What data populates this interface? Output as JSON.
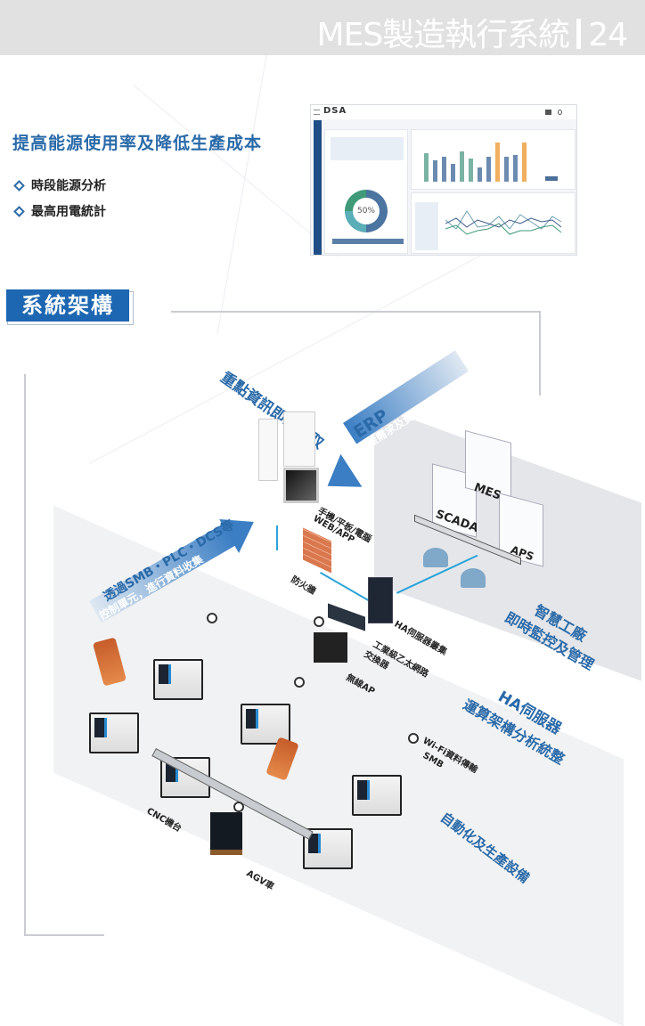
{
  "header": {
    "title": "MES製造執行系統",
    "page_number": "24"
  },
  "feature": {
    "headline": "提高能源使用率及降低生產成本",
    "bullets": [
      "時段能源分析",
      "最高用電統計"
    ]
  },
  "dashboard_screenshot": {
    "logo": "DSA",
    "donut_value": "50%"
  },
  "section": {
    "title": "系統架構"
  },
  "diagram": {
    "capture_label": "重點資訊即時擷取",
    "erp_title": "ERP",
    "erp_sub": "生產需求及資料資訊",
    "collect_line1": "透過SMB・PLC・DCS等",
    "collect_line2": "控制單元，進行資料收集",
    "devices_label": "手機/平板/電腦",
    "web_app_label": "WEB/APP",
    "firewall_label": "防火牆",
    "ha_cluster_label": "HA伺服器叢集",
    "switch_label_1": "工業級乙太網路",
    "switch_label_2": "交換器",
    "wireless_ap_label": "無線AP",
    "mes_label": "MES",
    "scada_label": "SCADA",
    "aps_label": "APS",
    "smart_factory_1": "智慧工廠",
    "smart_factory_2": "即時監控及管理",
    "ha_server_1": "HA伺服器",
    "ha_server_2": "運算架構分析統整",
    "wifi_label": "Wi-Fi資料傳輸",
    "smb_label": "SMB",
    "cnc_label": "CNC機台",
    "agv_label": "AGV車",
    "automation_label": "自動化及生產設備"
  }
}
